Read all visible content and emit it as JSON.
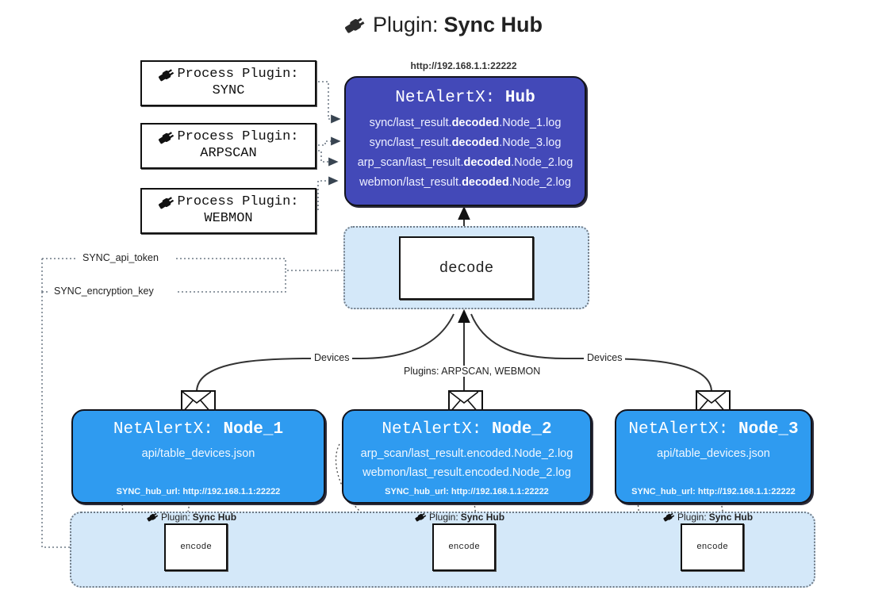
{
  "title": {
    "icon": "plug-icon",
    "prefix": "Plugin:",
    "name": "Sync Hub"
  },
  "process_plugins": [
    {
      "icon": "plug-icon",
      "line1": "Process Plugin:",
      "line2": "SYNC"
    },
    {
      "icon": "plug-icon",
      "line1": "Process Plugin:",
      "line2": "ARPSCAN"
    },
    {
      "icon": "plug-icon",
      "line1": "Process Plugin:",
      "line2": "WEBMON"
    }
  ],
  "hub": {
    "url_label": "http://192.168.1.1:22222",
    "title_prefix": "NetAlertX:",
    "title_name": "Hub",
    "logs": [
      {
        "pre": "sync/last_result.",
        "mid": "decoded",
        "post": ".Node_1.log"
      },
      {
        "pre": "sync/last_result.",
        "mid": "decoded",
        "post": ".Node_3.log"
      },
      {
        "pre": "arp_scan/last_result.",
        "mid": "decoded",
        "post": ".Node_2.log"
      },
      {
        "pre": "webmon/last_result.",
        "mid": "decoded",
        "post": ".Node_2.log"
      }
    ]
  },
  "decode": {
    "label": "decode"
  },
  "secrets": [
    {
      "label": "SYNC_api_token"
    },
    {
      "label": "SYNC_encryption_key"
    }
  ],
  "edge_labels": {
    "devices_left": "Devices",
    "devices_right": "Devices",
    "plugins_center": "Plugins: ARPSCAN, WEBMON"
  },
  "nodes": [
    {
      "icon": "envelope-icon",
      "title_prefix": "NetAlertX:",
      "title_name": "Node_1",
      "lines": [
        "api/table_devices.json"
      ],
      "footer": "SYNC_hub_url: http://192.168.1.1:22222"
    },
    {
      "icon": "envelope-icon",
      "title_prefix": "NetAlertX:",
      "title_name": "Node_2",
      "lines": [
        "arp_scan/last_result.encoded.Node_2.log",
        "webmon/last_result.encoded.Node_2.log"
      ],
      "footer": "SYNC_hub_url: http://192.168.1.1:22222"
    },
    {
      "icon": "envelope-icon",
      "title_prefix": "NetAlertX:",
      "title_name": "Node_3",
      "lines": [
        "api/table_devices.json"
      ],
      "footer": "SYNC_hub_url: http://192.168.1.1:22222"
    }
  ],
  "encoders": [
    {
      "caption_prefix": "Plugin:",
      "caption_name": "Sync Hub",
      "label": "encode",
      "icon": "plug-icon"
    },
    {
      "caption_prefix": "Plugin:",
      "caption_name": "Sync Hub",
      "label": "encode",
      "icon": "plug-icon"
    },
    {
      "caption_prefix": "Plugin:",
      "caption_name": "Sync Hub",
      "label": "encode",
      "icon": "plug-icon"
    }
  ],
  "colors": {
    "hub": "#4349b8",
    "node": "#2f9bf0",
    "group": "#d4e8f9",
    "stroke": "#12131c",
    "dotted": "#6f7a86"
  }
}
